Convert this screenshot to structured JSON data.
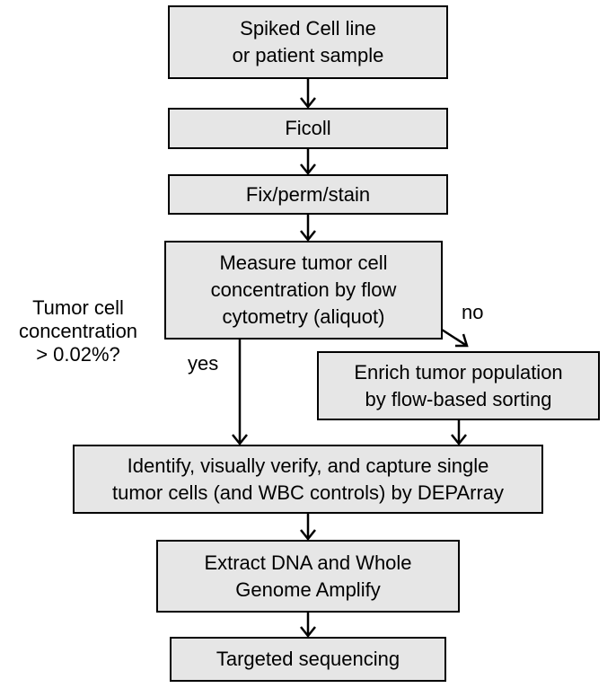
{
  "boxes": {
    "sample": {
      "line1": "Spiked Cell line",
      "line2": "or patient sample"
    },
    "ficoll": {
      "line1": "Ficoll"
    },
    "fixperm": {
      "line1": "Fix/perm/stain"
    },
    "measure": {
      "line1": "Measure tumor cell",
      "line2": "concentration by flow",
      "line3": "cytometry (aliquot)"
    },
    "enrich": {
      "line1": "Enrich tumor population",
      "line2": "by flow-based sorting"
    },
    "identify": {
      "line1": "Identify, visually verify, and capture single",
      "line2": "tumor cells (and WBC controls) by DEPArray"
    },
    "extract": {
      "line1": "Extract DNA and Whole",
      "line2": "Genome Amplify"
    },
    "targeted": {
      "line1": "Targeted sequencing"
    }
  },
  "labels": {
    "question": {
      "line1": "Tumor cell",
      "line2": "concentration",
      "line3": "> 0.02%?"
    },
    "yes": "yes",
    "no": "no"
  }
}
